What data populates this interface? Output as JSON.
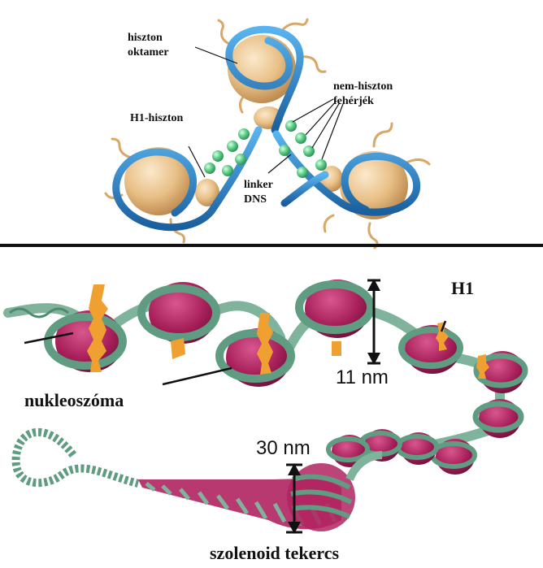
{
  "top_labels": {
    "histone_octamer": "hiszton\noktamer",
    "non_histone_proteins": "nem-hiszton\nfehérjék",
    "h1_histone": "H1-hiszton",
    "linker_dna": "linker\nDNS"
  },
  "bottom_labels": {
    "h1": "H1",
    "width_11nm": "11 nm",
    "nucleosome": "nukleoszóma",
    "width_30nm": "30 nm",
    "solenoid": "szolenoid tekercs"
  },
  "colors": {
    "histone_core": "#e8bf86",
    "dna_blue": "#2a7fc4",
    "nonhistone_green": "#5fcf8a",
    "nucleosome_magenta": "#b0245f",
    "wrap_green": "#5f9c82",
    "h1_orange": "#f0a030",
    "divider": "#111111"
  }
}
